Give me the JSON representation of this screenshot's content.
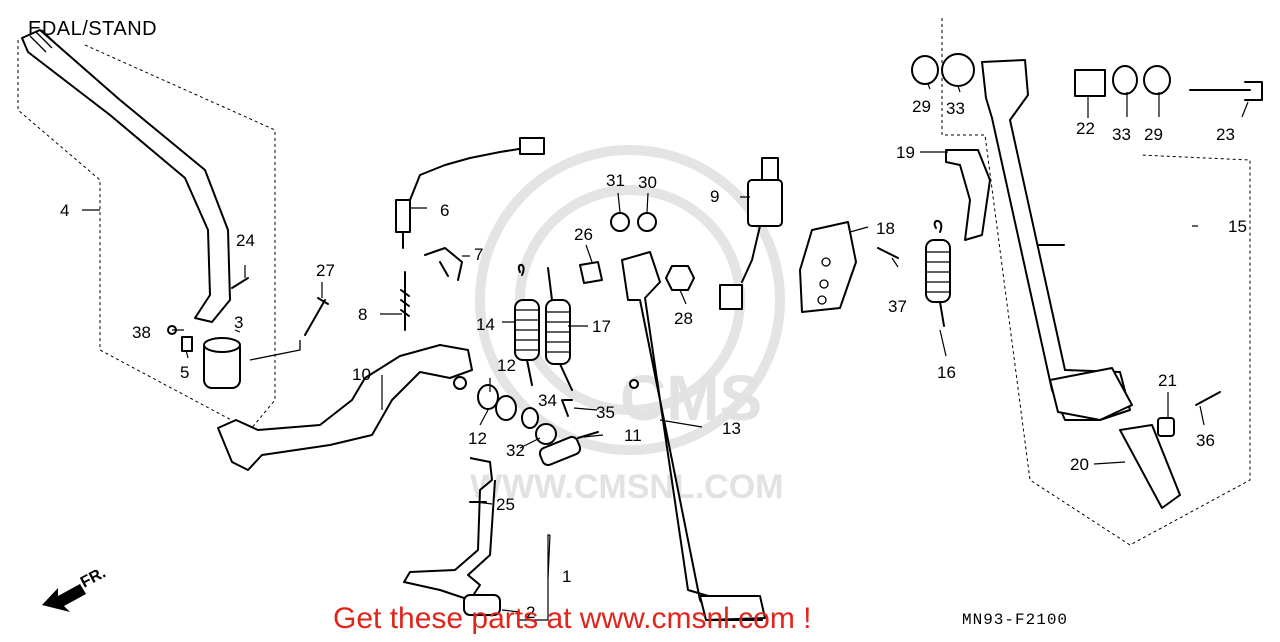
{
  "title": "EDAL/STAND",
  "promo_text": "Get these parts at www.cmsnl.com !",
  "diagram_code": "MN93-F2100",
  "watermark_text": "WWW.CMSNL.COM",
  "watermark_logo": "CMS",
  "direction_label": "FR.",
  "colors": {
    "promo": "#e1251b",
    "watermark": "#e2e2e2",
    "line": "#000000"
  },
  "callouts": [
    "1",
    "2",
    "3",
    "4",
    "5",
    "6",
    "7",
    "8",
    "9",
    "10",
    "11",
    "12",
    "12",
    "13",
    "14",
    "15",
    "16",
    "17",
    "18",
    "19",
    "20",
    "21",
    "22",
    "23",
    "24",
    "25",
    "26",
    "27",
    "28",
    "29",
    "29",
    "30",
    "31",
    "32",
    "33",
    "33",
    "34",
    "35",
    "36",
    "37",
    "38"
  ]
}
